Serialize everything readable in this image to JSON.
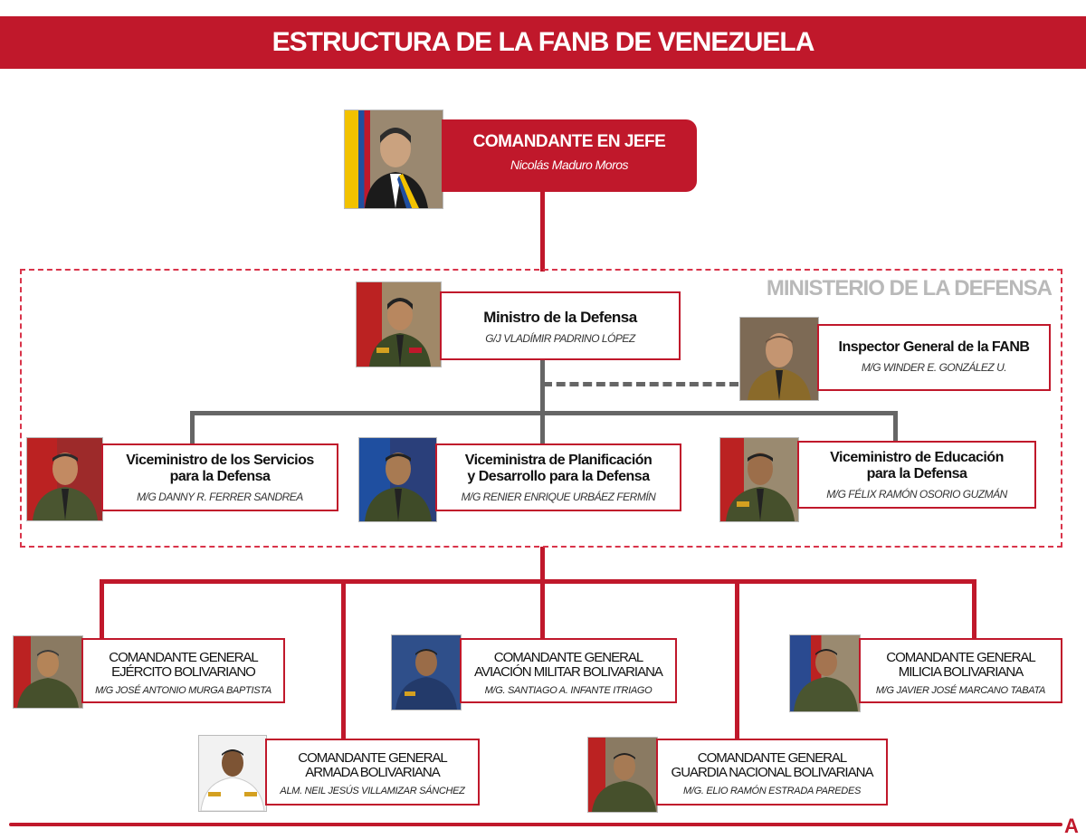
{
  "header": {
    "title": "ESTRUCTURA DE LA FANB DE VENEZUELA"
  },
  "commander": {
    "title": "COMANDANTE EN JEFE",
    "name": "Nicolás Maduro Moros"
  },
  "ministry": {
    "label": "MINISTERIO DE LA DEFENSA",
    "minister": {
      "title": "Ministro de la Defensa",
      "name": "G/J VLADÍMIR PADRINO LÓPEZ"
    },
    "inspector": {
      "title": "Inspector General de la FANB",
      "name": "M/G WINDER E. GONZÁLEZ U."
    },
    "vice": [
      {
        "title_l1": "Viceministro de los Servicios",
        "title_l2": "para la Defensa",
        "name": "M/G DANNY R. FERRER SANDREA"
      },
      {
        "title_l1": "Viceministra de Planificación",
        "title_l2": "y Desarrollo para la Defensa",
        "name": "M/G RENIER ENRIQUE URBÁEZ FERMÍN"
      },
      {
        "title_l1": "Viceministro de Educación",
        "title_l2": "para la Defensa",
        "name": "M/G FÉLIX RAMÓN OSORIO GUZMÁN"
      }
    ]
  },
  "commands": [
    {
      "l1": "COMANDANTE GENERAL",
      "l2": "EJÉRCITO BOLIVARIANO",
      "name": "M/G JOSÉ ANTONIO MURGA BAPTISTA"
    },
    {
      "l1": "COMANDANTE GENERAL",
      "l2": "AVIACIÓN MILITAR BOLIVARIANA",
      "name": "M/G. SANTIAGO A. INFANTE ITRIAGO"
    },
    {
      "l1": "COMANDANTE GENERAL",
      "l2": "MILICIA BOLIVARIANA",
      "name": "M/G JAVIER JOSÉ MARCANO TABATA"
    },
    {
      "l1": "COMANDANTE GENERAL",
      "l2": "ARMADA BOLIVARIANA",
      "name": "ALM. NEIL JESÚS VILLAMIZAR SÁNCHEZ"
    },
    {
      "l1": "COMANDANTE GENERAL",
      "l2": "GUARDIA NACIONAL BOLIVARIANA",
      "name": "M/G. ELIO RAMÓN ESTRADA PAREDES"
    }
  ],
  "footer": {
    "logo": "A"
  },
  "colors": {
    "accent": "#c0182b",
    "connector_gray": "#666666",
    "frame_label": "#b9b9b9"
  }
}
